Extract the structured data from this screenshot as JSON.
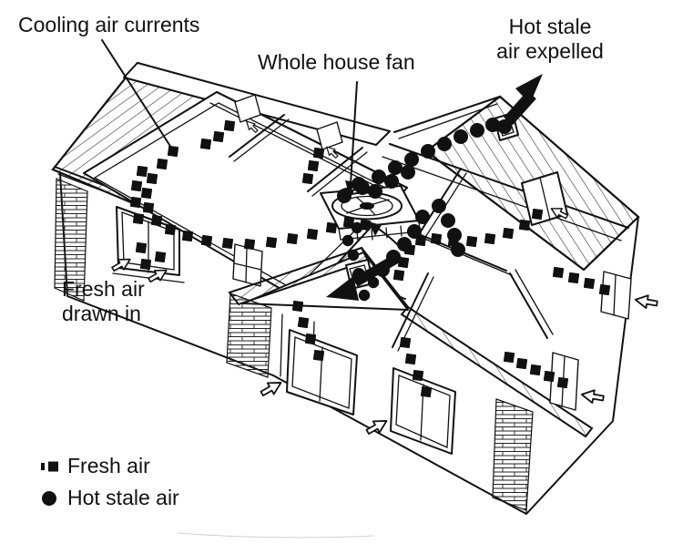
{
  "diagram": {
    "labels": {
      "cooling": "Cooling air currents",
      "fan": "Whole house fan",
      "hot_line1": "Hot stale",
      "hot_line2": "air expelled",
      "fresh_line1": "Fresh air",
      "fresh_line2": "drawn in"
    },
    "legend": {
      "fresh": "Fresh air",
      "hot": "Hot stale air"
    },
    "symbols": {
      "fresh_air": "dashed-black-square-trail",
      "hot_stale_air": "black-dot-trail",
      "fan": "whole-house-fan-icon",
      "exit": "solid-black-arrow-icon",
      "intake": "outline-arrow-icon"
    },
    "colors": {
      "ink": "#111111",
      "paper": "#ffffff"
    }
  }
}
